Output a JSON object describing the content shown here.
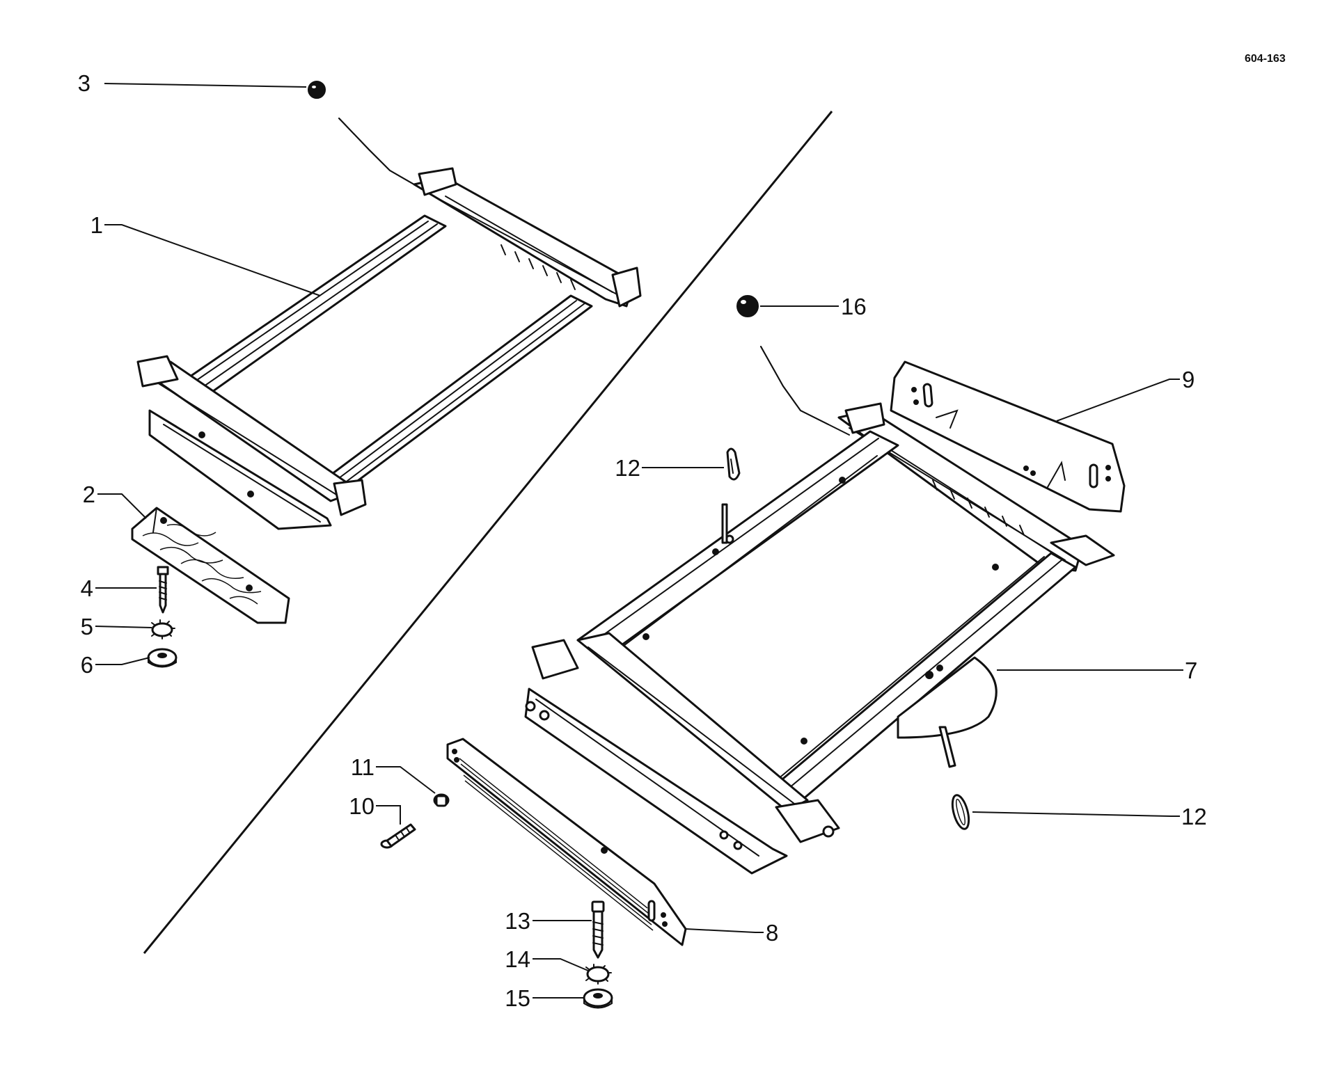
{
  "document": {
    "code": "604-163"
  },
  "callouts": [
    {
      "id": "c1",
      "label": "1"
    },
    {
      "id": "c2",
      "label": "2"
    },
    {
      "id": "c3",
      "label": "3"
    },
    {
      "id": "c4",
      "label": "4"
    },
    {
      "id": "c5",
      "label": "5"
    },
    {
      "id": "c6",
      "label": "6"
    },
    {
      "id": "c7",
      "label": "7"
    },
    {
      "id": "c8",
      "label": "8"
    },
    {
      "id": "c9",
      "label": "9"
    },
    {
      "id": "c10",
      "label": "10"
    },
    {
      "id": "c11",
      "label": "11"
    },
    {
      "id": "c12a",
      "label": "12"
    },
    {
      "id": "c12b",
      "label": "12"
    },
    {
      "id": "c13",
      "label": "13"
    },
    {
      "id": "c14",
      "label": "14"
    },
    {
      "id": "c15",
      "label": "15"
    },
    {
      "id": "c16",
      "label": "16"
    }
  ],
  "colors": {
    "ink": "#111111",
    "paper": "#ffffff"
  }
}
